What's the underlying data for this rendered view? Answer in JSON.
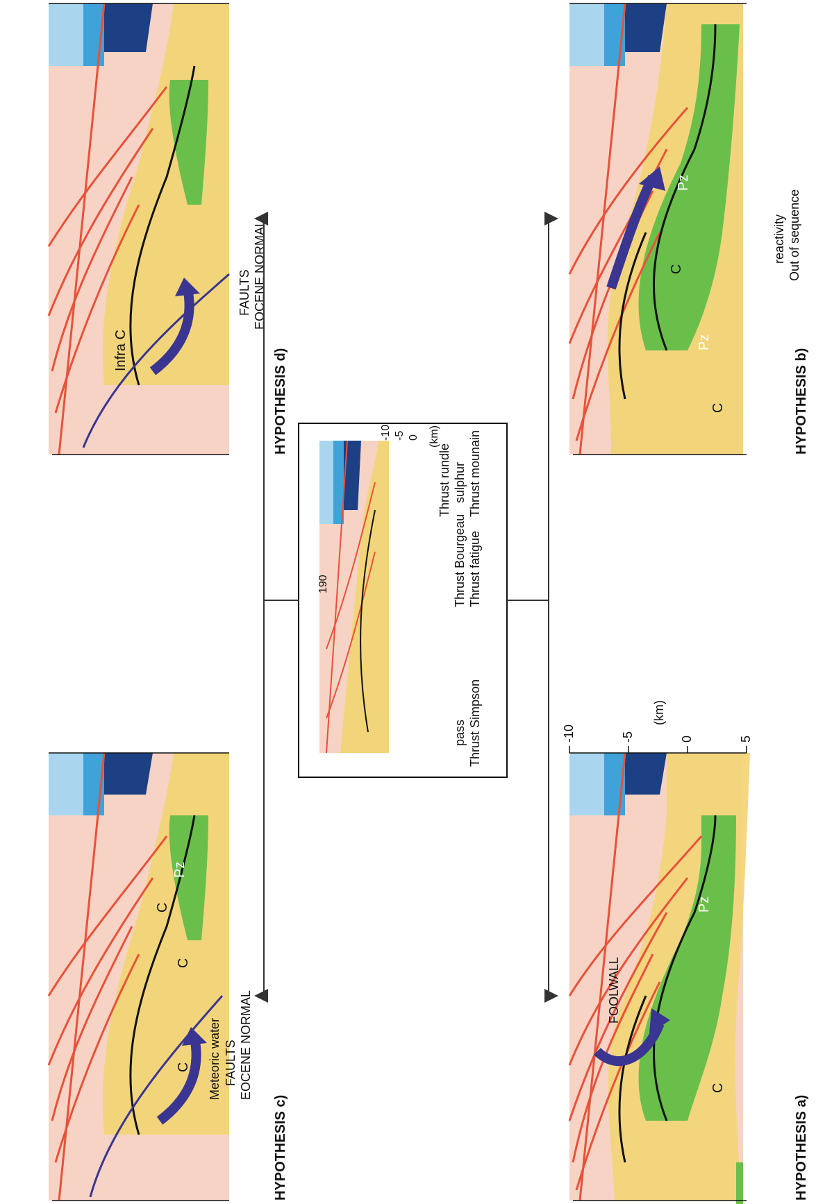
{
  "panels": {
    "a": {
      "title": "HYPOTHESIS  a)",
      "labels": {
        "c": "C",
        "pz": "Pz",
        "foolwall": "FOOLWALL"
      }
    },
    "b": {
      "title": "HYPOTHESIS  b)",
      "labels": {
        "c1": "C",
        "c2": "C",
        "pz1": "Pz",
        "pz2": "Pz",
        "note": [
          "Out of sequence",
          "reactivity"
        ]
      }
    },
    "c": {
      "title": "HYPOTHESIS  c)",
      "labels": {
        "c1": "C",
        "c2": "C",
        "c3": "C",
        "pz": "Pz",
        "faults": [
          "EOCENE NORMAL",
          "FAULTS"
        ],
        "water": "Meteoric water"
      }
    },
    "d": {
      "title": "HYPOTHESIS  d)",
      "labels": {
        "infra": "Infra  C",
        "faults": [
          "EOCENE NORMAL",
          "FAULTS"
        ]
      }
    }
  },
  "axis": {
    "unit": "(km)",
    "ticks": [
      "5",
      "0",
      "-5",
      "-10"
    ]
  },
  "center": {
    "thrusts": {
      "simpson": [
        "Thrust Simpson",
        "pass"
      ],
      "fatigue": "Thrust fatigue",
      "bourgeau": "Thrust Bourgeau",
      "sulphur": [
        "Thrust mounain",
        "sulphur"
      ],
      "rundle": "Thrust rundle"
    },
    "marker": "190",
    "axis_unit": "(km)",
    "axis_ticks": [
      "0",
      "-5",
      "-10"
    ]
  },
  "colors": {
    "basement": "#f6d3c4",
    "yellow": "#f2d57a",
    "green": "#6abf4b",
    "lightblue": "#a9d6ee",
    "blue": "#3fa2d8",
    "navy": "#1d3f84",
    "fault": "#e8513a",
    "arrow": "#3a3591"
  }
}
